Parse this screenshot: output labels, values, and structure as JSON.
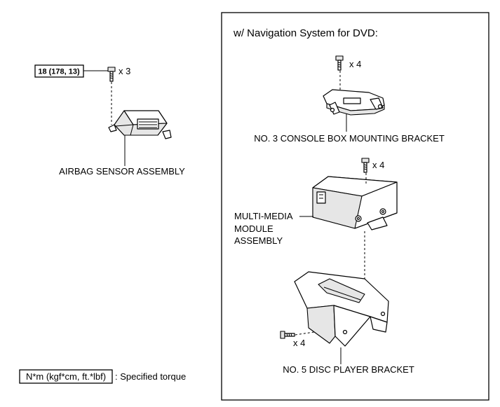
{
  "torque_callout": {
    "value": "18 (178, 13)",
    "quantity": "x 3"
  },
  "airbag": {
    "label": "AIRBAG SENSOR ASSEMBLY"
  },
  "legend": {
    "boxed_text": "N*m (kgf*cm, ft.*lbf)",
    "description": ": Specified torque"
  },
  "navigation_panel": {
    "title": "w/ Navigation System for DVD:",
    "bracket3_qty": "x 4",
    "bracket3_label": "NO. 3 CONSOLE BOX MOUNTING BRACKET",
    "module_qty": "x 4",
    "module_label_lines": [
      "MULTI-MEDIA",
      "MODULE",
      "ASSEMBLY"
    ],
    "bracket5_qty": "x 4",
    "bracket5_label": "NO. 5 DISC PLAYER BRACKET"
  }
}
